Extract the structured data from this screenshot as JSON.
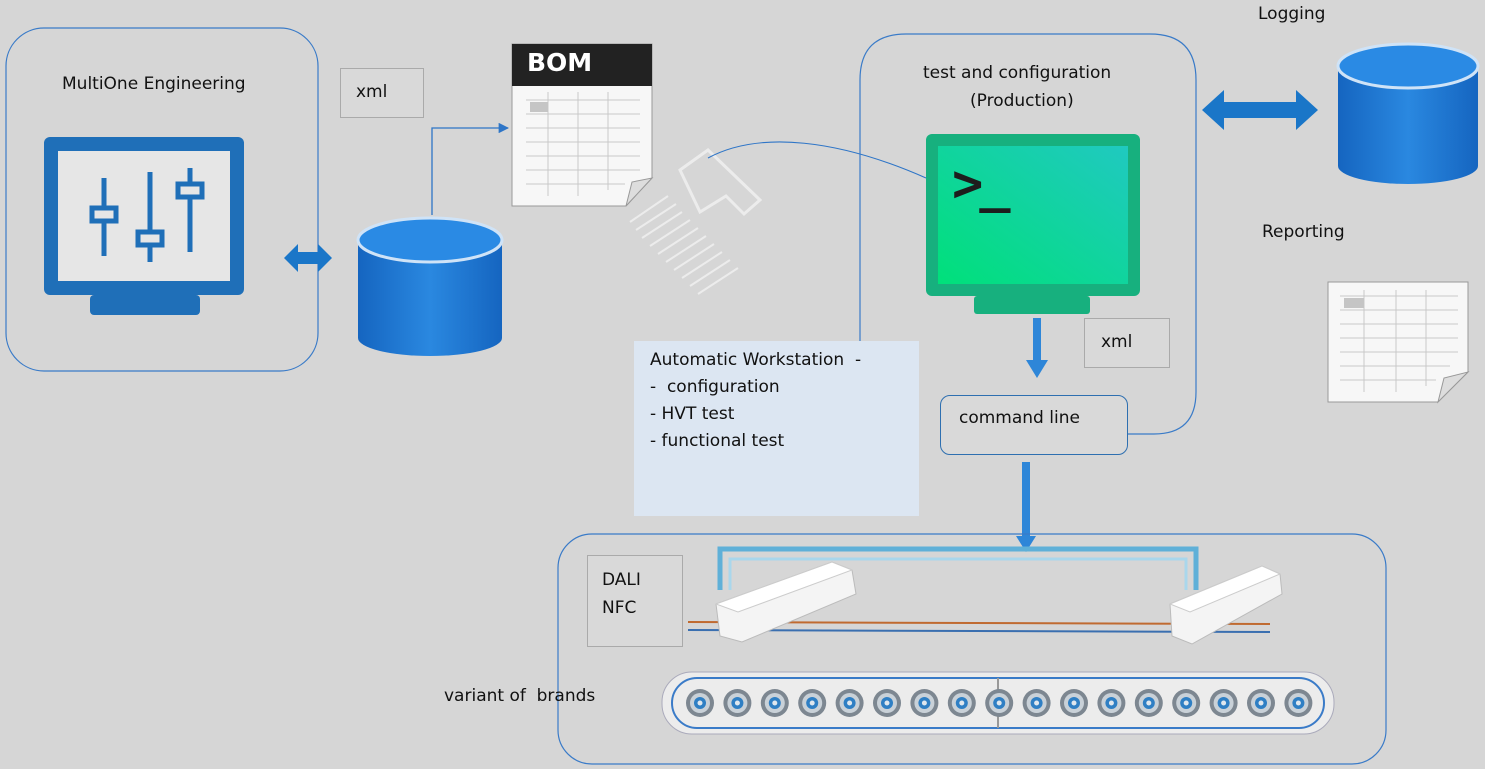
{
  "engineering": {
    "title": "MultiOne Engineering",
    "xml_label": "xml"
  },
  "bom": {
    "label": "BOM"
  },
  "production": {
    "title_line1": "test and configuration",
    "title_line2": "(Production)",
    "xml_label": "xml",
    "prompt": ">_"
  },
  "command_line": {
    "label": "command line"
  },
  "logging": {
    "label": "Logging"
  },
  "reporting": {
    "label": "Reporting"
  },
  "workstation": {
    "lines": [
      "Automatic Workstation  -",
      "-  configuration",
      "- HVT test",
      "- functional test"
    ]
  },
  "line": {
    "protocols_line1": "DALI",
    "protocols_line2": "NFC",
    "variants_label": "variant of  brands"
  },
  "colors": {
    "database_blue": "#1f78d1",
    "arrow_blue": "#1a76c8",
    "terminal_green": "#14c98f",
    "monitor_blue": "#1e73be"
  }
}
